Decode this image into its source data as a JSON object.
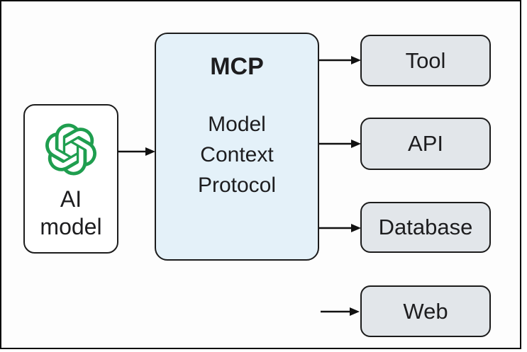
{
  "diagram": {
    "source_node": {
      "lines": [
        "AI",
        "model"
      ],
      "icon": "openai-logo"
    },
    "hub_node": {
      "title": "MCP",
      "subtitle_lines": [
        "Model",
        "Context",
        "Protocol"
      ]
    },
    "target_nodes": [
      {
        "label": "Tool"
      },
      {
        "label": "API"
      },
      {
        "label": "Database"
      },
      {
        "label": "Web"
      }
    ],
    "connections": [
      "ai-model to mcp",
      "mcp to tool",
      "mcp to api",
      "mcp to database",
      "mcp to web"
    ]
  },
  "colors": {
    "frame_border": "#0b0b0b",
    "background": "#fdfdfd",
    "node_border": "#1c1c1c",
    "source_fill": "#ffffff",
    "hub_fill": "#e4f1f9",
    "target_fill": "#e2e6ea",
    "text": "#1d1d1f",
    "arrow": "#111111",
    "logo_green": "#1f9e4f"
  }
}
